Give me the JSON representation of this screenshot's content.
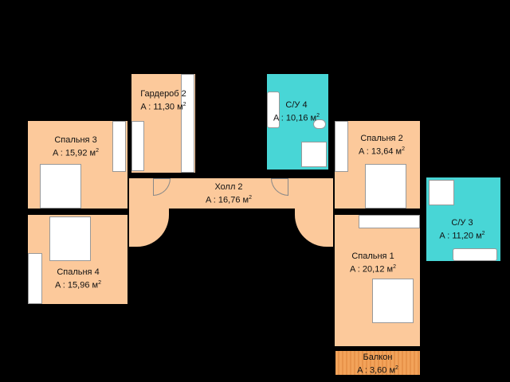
{
  "colors": {
    "dry_room": "#fcc99b",
    "wet_room": "#48d6d6",
    "balcony": "#f2a35a",
    "walls": "#000000"
  },
  "area_unit": "м",
  "area_unit_power": "2",
  "rooms": [
    {
      "name": "Гардероб 2",
      "area": "A : 11,30"
    },
    {
      "name": "Спальня 3",
      "area": "A : 15,92"
    },
    {
      "name": "Спальня 4",
      "area": "A : 15,96"
    },
    {
      "name": "Холл 2",
      "area": "A : 16,76"
    },
    {
      "name": "С/У 4",
      "area": "A : 10,16"
    },
    {
      "name": "Спальня 2",
      "area": "A : 13,64"
    },
    {
      "name": "С/У 3",
      "area": "A : 11,20"
    },
    {
      "name": "Спальня 1",
      "area": "A : 20,12"
    },
    {
      "name": "Балкон",
      "area": "A : 3,60"
    }
  ]
}
